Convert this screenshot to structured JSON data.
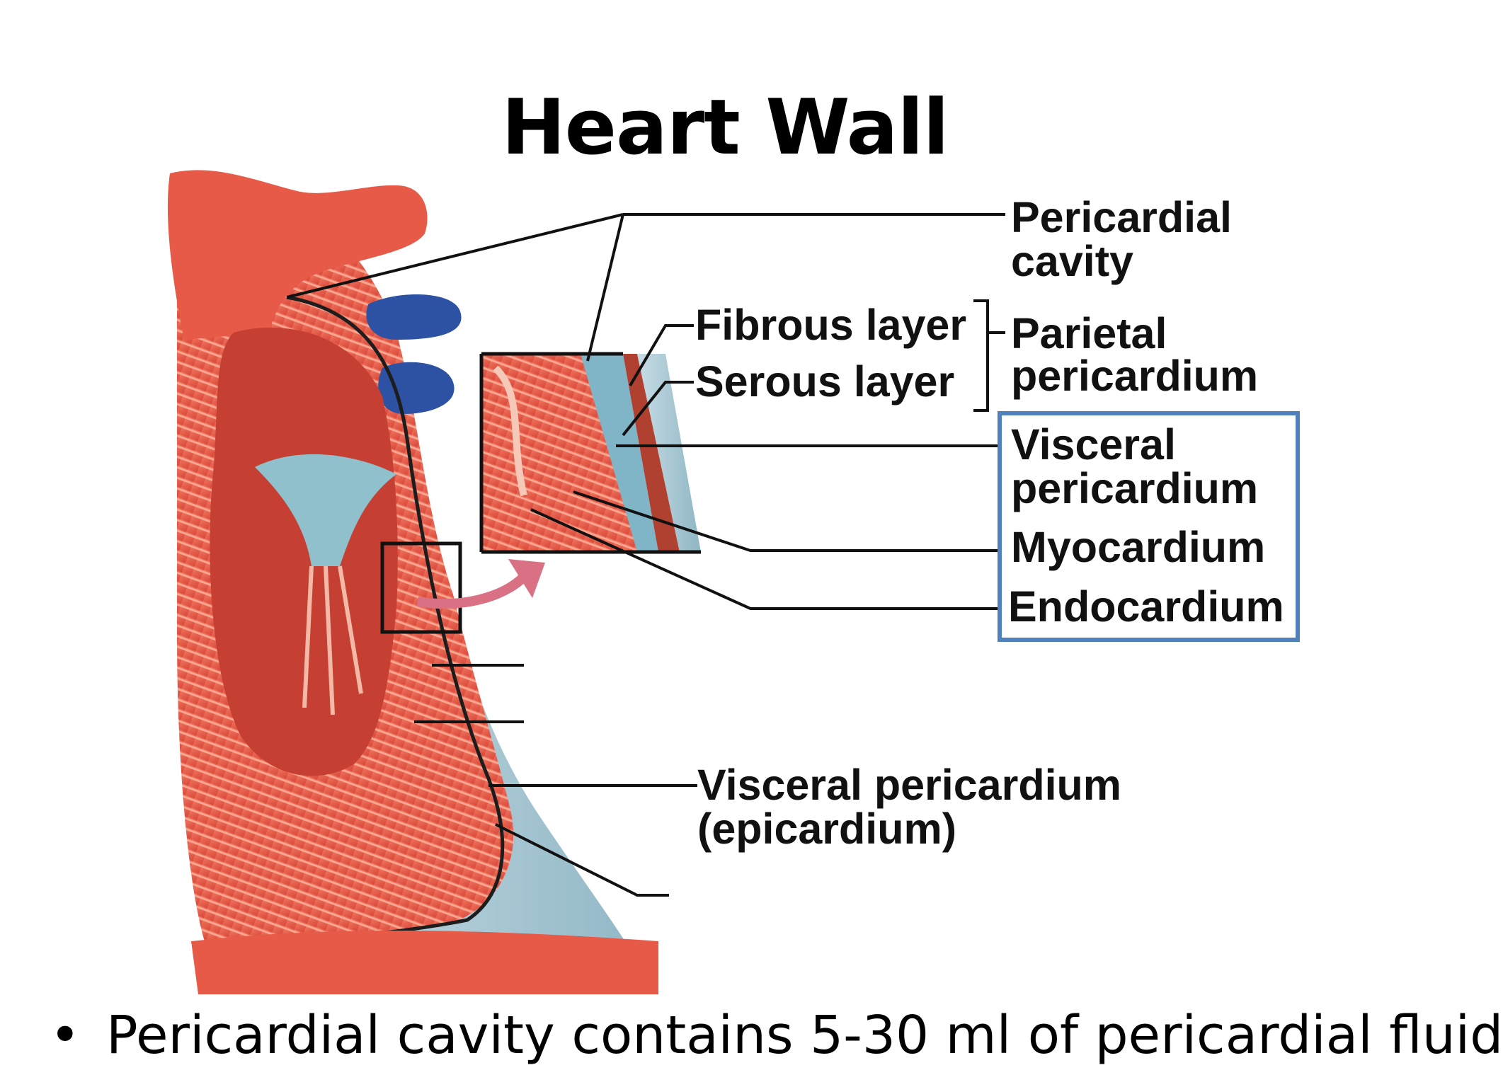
{
  "slide": {
    "title": "Heart Wall",
    "bullet": "Pericardial cavity contains 5-30 ml of pericardial fluid"
  },
  "labels": {
    "pericardial_cavity_1": "Pericardial",
    "pericardial_cavity_2": "cavity",
    "fibrous_layer": "Fibrous layer",
    "serous_layer": "Serous layer",
    "parietal_1": "Parietal",
    "parietal_2": "pericardium",
    "visceral_1": "Visceral",
    "visceral_2": "pericardium",
    "myocardium": "Myocardium",
    "endocardium": "Endocardium",
    "epicardium_1": "Visceral pericardium",
    "epicardium_2": "(epicardium)"
  },
  "colors": {
    "highlight_box": "#4f81bd",
    "muscle": "#e8604a",
    "pericardium": "#9fc3cf",
    "vessel_blue": "#2b4fa0"
  }
}
